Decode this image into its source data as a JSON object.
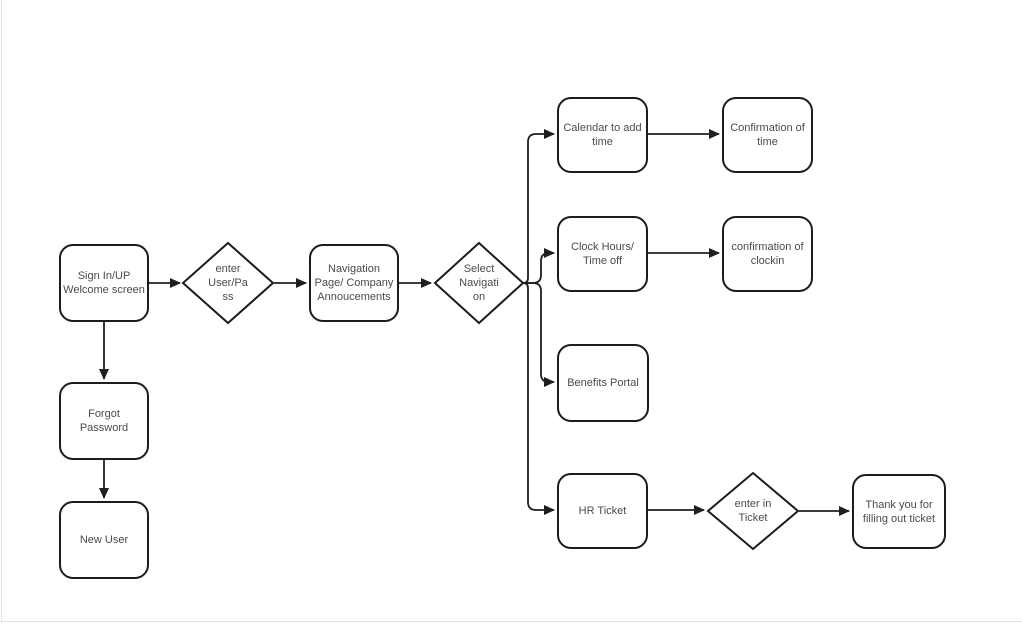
{
  "diagram": {
    "nodes": {
      "signin": {
        "lines": [
          "Sign In/UP",
          "Welcome screen"
        ]
      },
      "enter_credentials": {
        "lines": [
          "enter",
          "User/Pa",
          "ss"
        ]
      },
      "navigation": {
        "lines": [
          "Navigation",
          "Page/ Company",
          "Annoucements"
        ]
      },
      "select_navigation": {
        "lines": [
          "Select",
          "Navigati",
          "on"
        ]
      },
      "calendar": {
        "lines": [
          "Calendar to add",
          "time"
        ]
      },
      "confirmation_time": {
        "lines": [
          "Confirmation of",
          "time"
        ]
      },
      "clock_hours": {
        "lines": [
          "Clock Hours/",
          "Time off"
        ]
      },
      "confirmation_clockin": {
        "lines": [
          "confirmation of",
          "clockin"
        ]
      },
      "benefits_portal": {
        "lines": [
          "Benefits Portal"
        ]
      },
      "hr_ticket": {
        "lines": [
          "HR Ticket"
        ]
      },
      "enter_ticket": {
        "lines": [
          "enter in",
          "Ticket"
        ]
      },
      "thank_you": {
        "lines": [
          "Thank you for",
          "filling out ticket"
        ]
      },
      "forgot_password": {
        "lines": [
          "Forgot",
          "Password"
        ]
      },
      "new_user": {
        "lines": [
          "New User"
        ]
      }
    },
    "colors": {
      "shape_stroke": "#1c1c1c",
      "connector": "#1f1f1f",
      "text": "#4b4b4b",
      "canvas_boundary": "#e2e2e2",
      "background": "#ffffff"
    }
  }
}
